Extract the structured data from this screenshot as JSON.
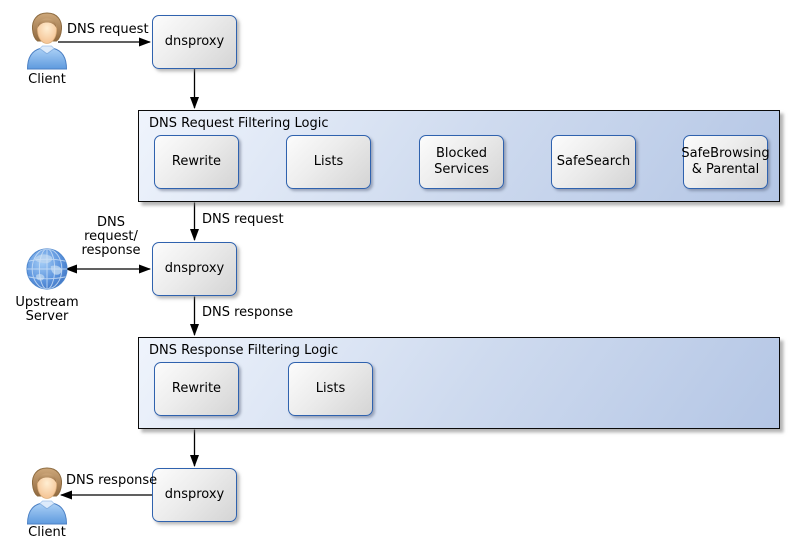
{
  "nodes": {
    "client_top": {
      "label": "Client",
      "icon": "person-icon"
    },
    "dnsproxy_top": {
      "label": "dnsproxy"
    },
    "upstream_server": {
      "label": "Upstream Server",
      "icon": "globe-icon"
    },
    "dnsproxy_mid": {
      "label": "dnsproxy"
    },
    "dnsproxy_bottom": {
      "label": "dnsproxy"
    },
    "client_bottom": {
      "label": "Client",
      "icon": "person-icon"
    }
  },
  "containers": {
    "request": {
      "title": "DNS Request Filtering Logic",
      "steps": [
        {
          "label": "Rewrite"
        },
        {
          "label": "Lists"
        },
        {
          "label": "Blocked Services"
        },
        {
          "label": "SafeSearch"
        },
        {
          "label": "SafeBrowsing & Parental"
        }
      ]
    },
    "response": {
      "title": "DNS Response Filtering Logic",
      "steps": [
        {
          "label": "Rewrite"
        },
        {
          "label": "Lists"
        }
      ]
    }
  },
  "edge_labels": {
    "client_request": "DNS request",
    "filtered_request": "DNS request",
    "upstream_exchange": "DNS request/ response",
    "proxy_response": "DNS response",
    "client_response": "DNS response"
  },
  "colors": {
    "node_border": "#2f62ae",
    "container_fill_start": "#eff4fc",
    "container_fill_end": "#b4c6e5",
    "arrow": "#000000",
    "globe_blue": "#4a86d4",
    "shirt_blue": "#5e9ade",
    "hair_brown": "#a98354"
  }
}
